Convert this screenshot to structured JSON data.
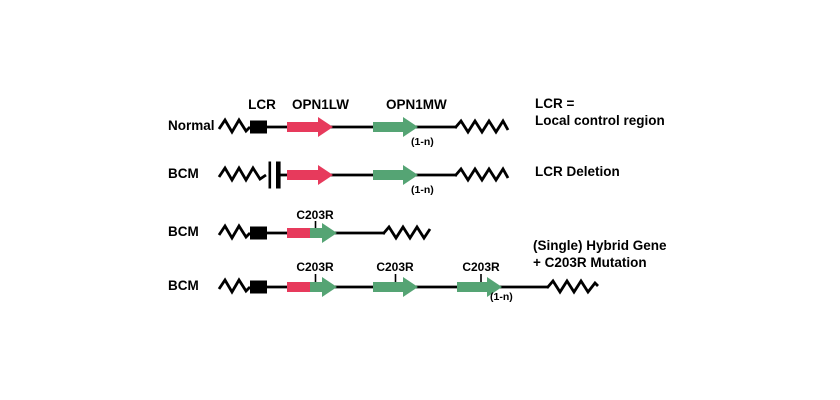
{
  "colors": {
    "red": "#e73a5c",
    "green": "#55a474",
    "black": "#000000"
  },
  "rows": [
    {
      "label": "Normal",
      "lcr_label": "LCR",
      "gene1_label": "OPN1LW",
      "gene2_label": "OPN1MW",
      "copy_number": "(1-n)",
      "annotation_line1": "LCR =",
      "annotation_line2": "Local control region"
    },
    {
      "label": "BCM",
      "copy_number": "(1-n)",
      "annotation": "LCR Deletion"
    },
    {
      "label": "BCM",
      "mutation_label": "C203R"
    },
    {
      "label": "BCM",
      "mutation1_label": "C203R",
      "mutation2_label": "C203R",
      "mutation3_label": "C203R",
      "copy_number": "(1-n)",
      "annotation_line1": "(Single) Hybrid Gene",
      "annotation_line2": "+ C203R Mutation"
    }
  ]
}
